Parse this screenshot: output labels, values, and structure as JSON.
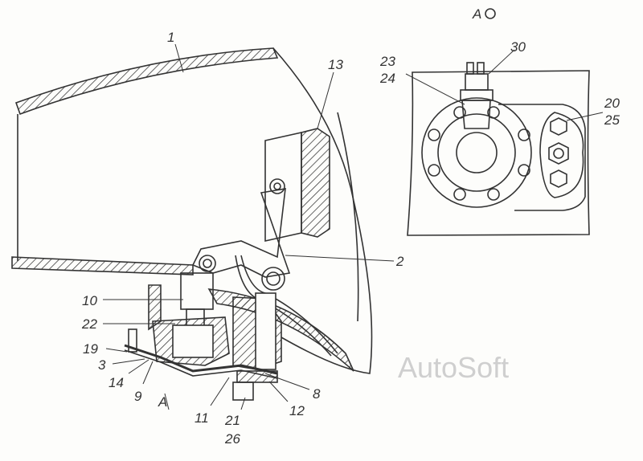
{
  "view_label": "A",
  "section_marker": "A",
  "watermark": "AutoSoft",
  "callouts": {
    "c1": "1",
    "c2": "2",
    "c3": "3",
    "c8": "8",
    "c9": "9",
    "c10": "10",
    "c11": "11",
    "c12": "12",
    "c13": "13",
    "c14": "14",
    "c19": "19",
    "c20": "20",
    "c21": "21",
    "c22": "22",
    "c23": "23",
    "c24": "24",
    "c25": "25",
    "c26": "26",
    "c30": "30"
  }
}
